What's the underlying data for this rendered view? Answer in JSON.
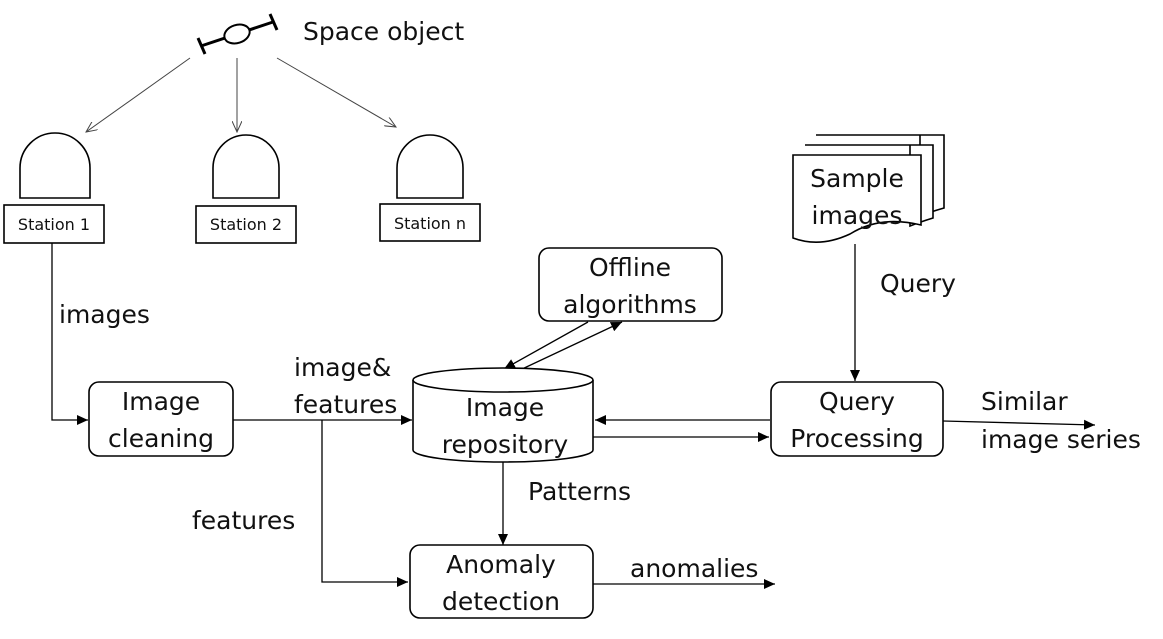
{
  "space_object": {
    "label": "Space object"
  },
  "stations": [
    "Station 1",
    "Station 2",
    "Station n"
  ],
  "sample_images": {
    "line1": "Sample",
    "line2": "images"
  },
  "query_label": "Query",
  "offline": {
    "line1": "Offline",
    "line2": "algorithms"
  },
  "images_label": "images",
  "image_features_label": {
    "line1": "image&",
    "line2": "features"
  },
  "repository": {
    "line1": "Image",
    "line2": "repository"
  },
  "cleaning": {
    "line1": "Image",
    "line2": "cleaning"
  },
  "query_processing": {
    "line1": "Query",
    "line2": "Processing"
  },
  "similar_label": {
    "line1": "Similar",
    "line2": "image series"
  },
  "patterns_label": "Patterns",
  "features_label": "features",
  "anomaly": {
    "line1": "Anomaly",
    "line2": "detection"
  },
  "anomalies_label": "anomalies"
}
